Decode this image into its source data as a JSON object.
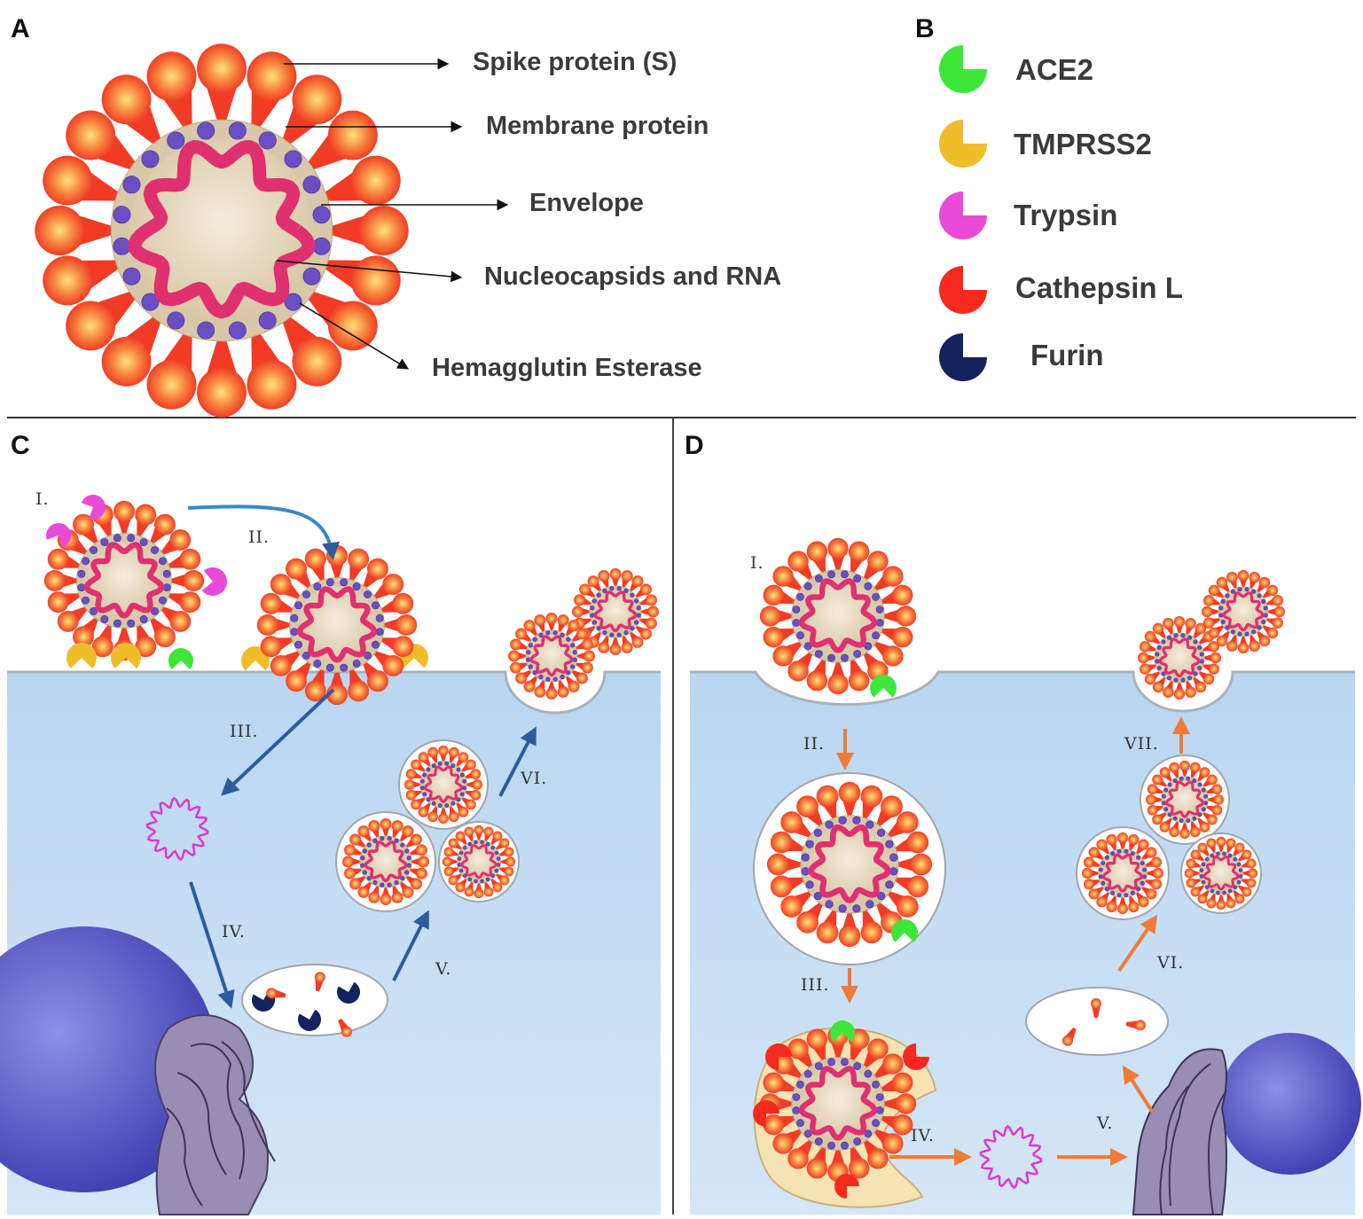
{
  "panels": {
    "a": "A",
    "b": "B",
    "c": "C",
    "d": "D"
  },
  "structure_labels": [
    "Spike protein (S)",
    "Membrane protein",
    "Envelope",
    "Nucleocapsids and RNA",
    "Hemagglutin Esterase"
  ],
  "legend": [
    {
      "name": "ACE2",
      "color": "#3fe63a"
    },
    {
      "name": "TMPRSS2",
      "color": "#f0bd2a"
    },
    {
      "name": "Trypsin",
      "color": "#ea4ad8"
    },
    {
      "name": "Cathepsin L",
      "color": "#f52a1c"
    },
    {
      "name": "Furin",
      "color": "#14225e"
    }
  ],
  "pathway_c": {
    "steps": [
      "I.",
      "II.",
      "III.",
      "IV.",
      "V.",
      "VI."
    ]
  },
  "pathway_d": {
    "steps": [
      "I.",
      "II.",
      "III.",
      "IV.",
      "V.",
      "VI.",
      "VII."
    ]
  },
  "colors": {
    "spike": "#f23b25",
    "rna": "#e0306f",
    "core": "#ead9be",
    "cytoplasm": "#c3dcf3",
    "nucleus": "#5a59cb",
    "arrow_c": "#2c5c9c",
    "arrow_d": "#ee7b37"
  }
}
